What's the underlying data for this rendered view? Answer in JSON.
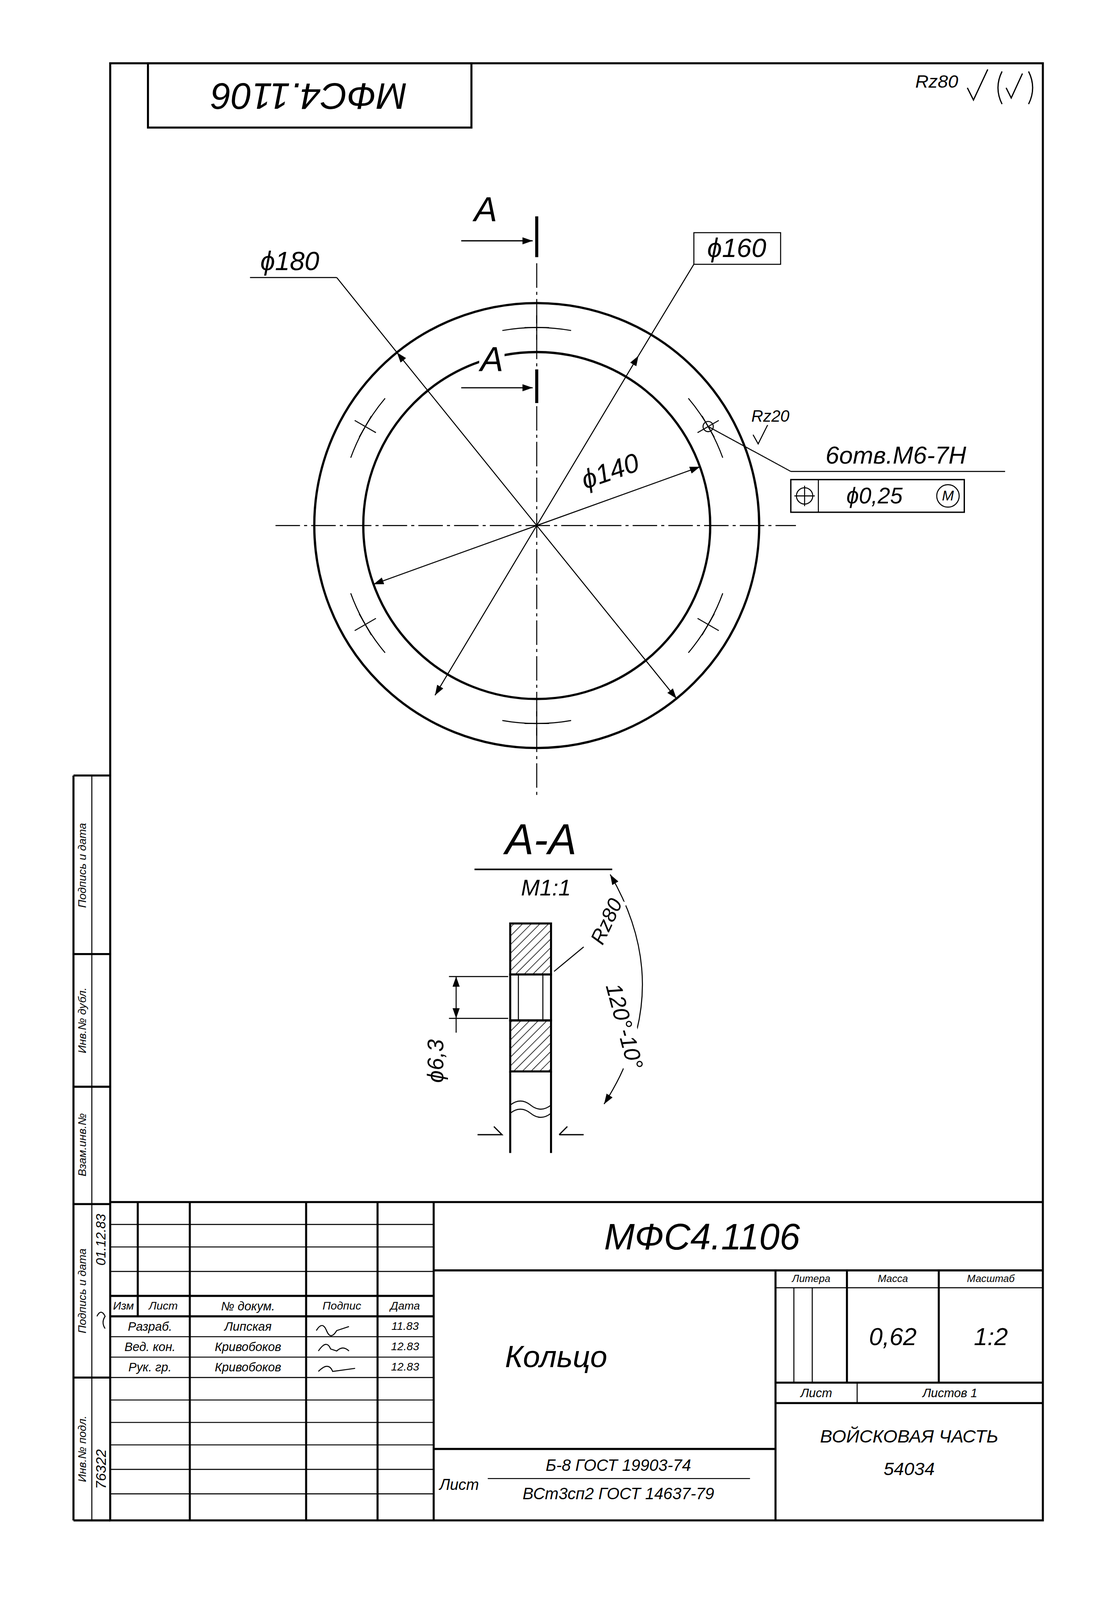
{
  "diagram": {
    "labels": [
      "МФС4.1106",
      "Rz80",
      "А",
      "А",
      "ϕ180",
      "ϕ160",
      "ϕ140",
      "Rz20",
      "6отв.М6-7Н",
      "ϕ0,25",
      "М",
      "А-А",
      "М1:1",
      "Rz80",
      "120°-10°",
      "ϕ6,3",
      "МФС4.1106",
      "Кольцо",
      "Литера",
      "Масса",
      "Масштаб",
      "0,62",
      "1:2",
      "Лист",
      "Листов 1",
      "ВОЙСКОВАЯ ЧАСТЬ",
      "54034",
      "Лист",
      "Б-8 ГОСТ 19903-74",
      "ВСт3сп2 ГОСТ 14637-79",
      "Изм",
      "Лист",
      "№ докум.",
      "Подпис",
      "Дата",
      "Разраб.",
      "Липская",
      "11.83",
      "Вед. кон.",
      "Кривобоков",
      "12.83",
      "Рук. гр.",
      "Кривобоков",
      "12.83",
      "Инв.№ подл.",
      "Подпись и дата",
      "Взам.инв.№",
      "Инв.№ дубл.",
      "Подпись и дата",
      "76322",
      "01.12.83"
    ]
  }
}
